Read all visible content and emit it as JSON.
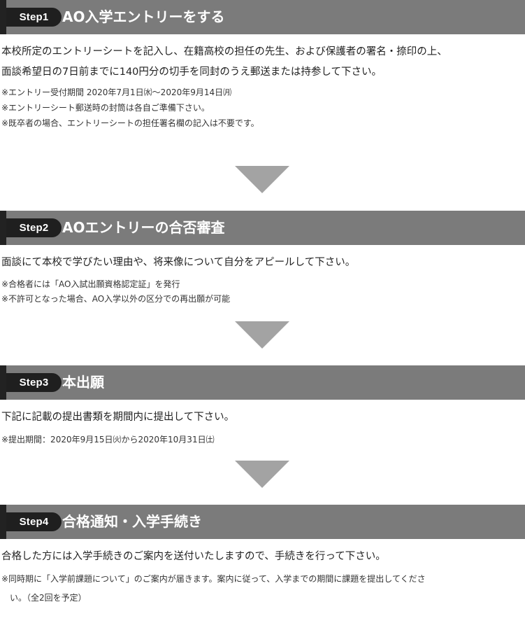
{
  "steps": [
    {
      "label": "Step1",
      "title": "AO入学エントリーをする",
      "body": [
        "本校所定のエントリーシートを記入し、在籍高校の担任の先生、および保護者の署名・捺印の上、",
        "面談希望日の7日前までに140円分の切手を同封のうえ郵送または持参して下さい。"
      ],
      "notes": [
        "※エントリー受付期間 2020年7月1日㈬〜2020年9月14日㈪",
        "※エントリーシート郵送時の封筒は各自ご準備下さい。",
        "※既卒者の場合、エントリーシートの担任署名欄の記入は不要です。"
      ]
    },
    {
      "label": "Step2",
      "title": "AOエントリーの合否審査",
      "body": [
        "面談にて本校で学びたい理由や、将来像について自分をアピールして下さい。"
      ],
      "notes": [
        "※合格者には「AO入試出願資格認定証」を発行",
        "※不許可となった場合、AO入学以外の区分での再出願が可能"
      ]
    },
    {
      "label": "Step3",
      "title": "本出願",
      "body": [
        "下記に記載の提出書類を期間内に提出して下さい。"
      ],
      "notes": [
        "※提出期間：2020年9月15日㈫から2020年10月31日㈯"
      ]
    },
    {
      "label": "Step4",
      "title": "合格通知・入学手続き",
      "body": [
        "合格した方には入学手続きのご案内を送付いたしますので、手続きを行って下さい。"
      ],
      "notes": [
        "※同時期に「入学前課題について」のご案内が届きます。案内に従って、入学までの期間に課題を提出してくださ",
        "　い。（全2回を予定）"
      ]
    }
  ]
}
